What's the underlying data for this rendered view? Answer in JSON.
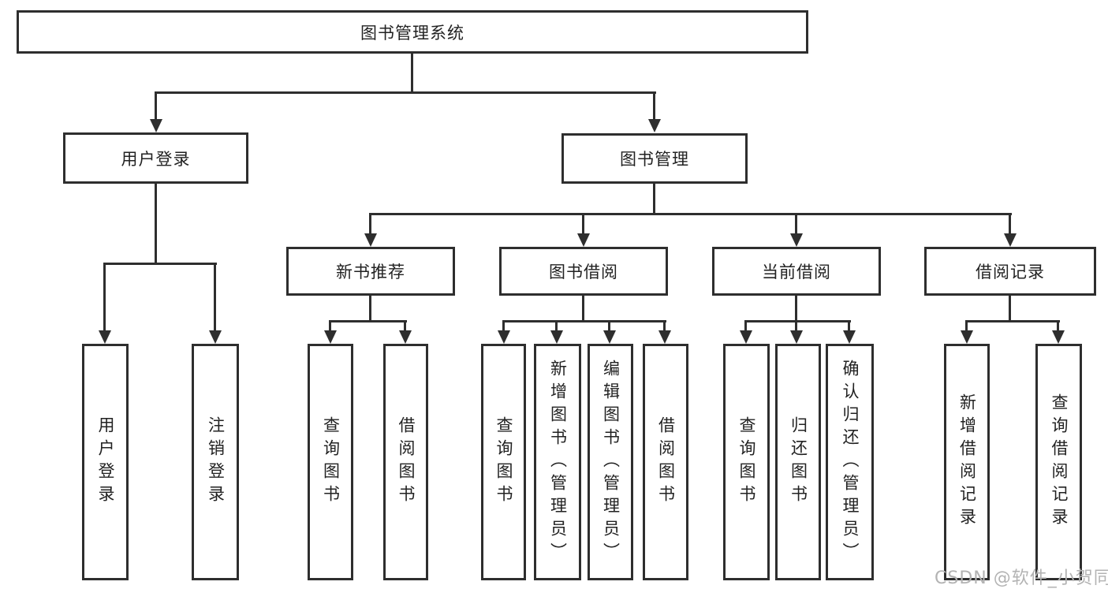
{
  "diagram": {
    "nodes": {
      "root": "图书管理系统",
      "user_login": "用户登录",
      "book_mgmt": "图书管理",
      "new_book": "新书推荐",
      "book_borrow": "图书借阅",
      "current_borrow": "当前借阅",
      "borrow_record": "借阅记录",
      "leaf_user_login": "用户登录",
      "leaf_logout": "注销登录",
      "leaf_nb_query": "查询图书",
      "leaf_nb_borrow": "借阅图书",
      "leaf_bb_query": "查询图书",
      "leaf_bb_add": "新增图书（管理员）",
      "leaf_bb_edit": "编辑图书（管理员）",
      "leaf_bb_borrow": "借阅图书",
      "leaf_cb_query": "查询图书",
      "leaf_cb_return": "归还图书",
      "leaf_cb_confirm": "确认归还（管理员）",
      "leaf_br_add": "新增借阅记录",
      "leaf_br_query": "查询借阅记录"
    },
    "watermark": "CSDN @软件_小贺同学",
    "colors": {
      "line": "#2e2e2e",
      "text": "#222222",
      "background": "#ffffff",
      "watermark": "#b3b3b3"
    }
  }
}
